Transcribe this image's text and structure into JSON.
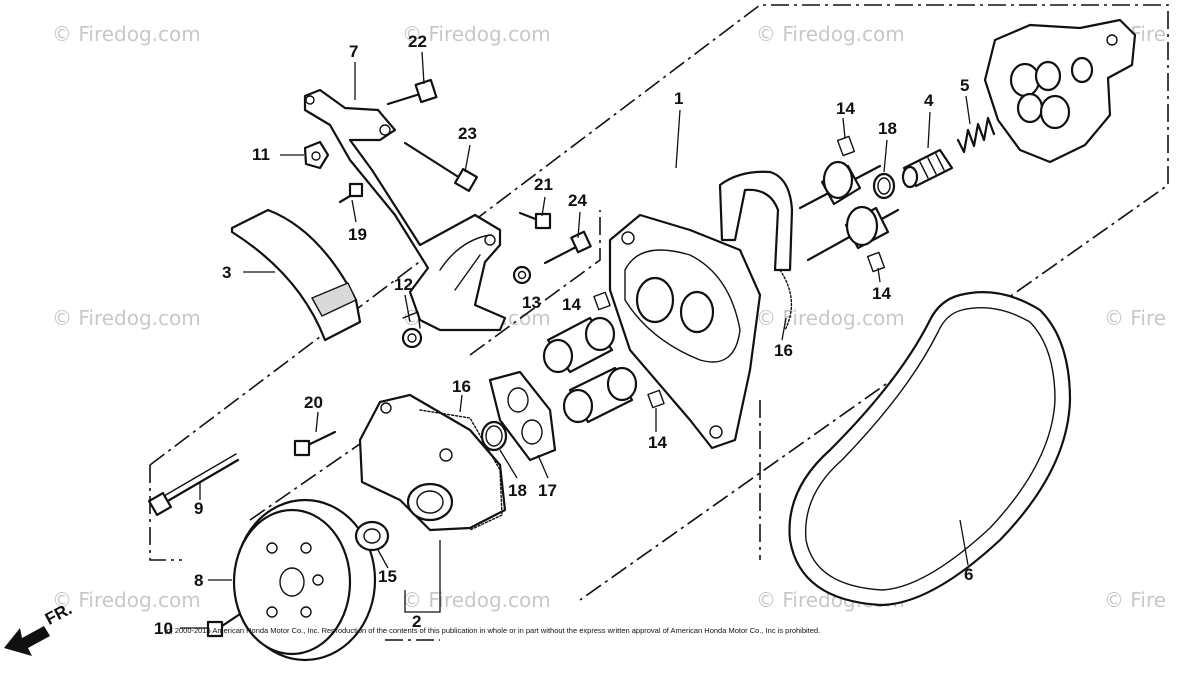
{
  "watermark": "© Firedog.com",
  "watermark_partial": "© Fire",
  "copyright": "(c) 2000-2016 American Honda Motor Co., Inc. Reproduction of the contents of this publication in whole or in part without the express written approval of American Honda Motor Co., Inc is prohibited.",
  "front_label": "FR.",
  "callouts": {
    "c1": "1",
    "c2": "2",
    "c3": "3",
    "c4": "4",
    "c5": "5",
    "c6": "6",
    "c7": "7",
    "c8": "8",
    "c9": "9",
    "c10": "10",
    "c11": "11",
    "c12": "12",
    "c13": "13",
    "c14a": "14",
    "c14b": "14",
    "c14c": "14",
    "c14d": "14",
    "c15": "15",
    "c16a": "16",
    "c16b": "16",
    "c17": "17",
    "c18a": "18",
    "c18b": "18",
    "c19": "19",
    "c20": "20",
    "c21": "21",
    "c22": "22",
    "c23": "23",
    "c24": "24"
  }
}
